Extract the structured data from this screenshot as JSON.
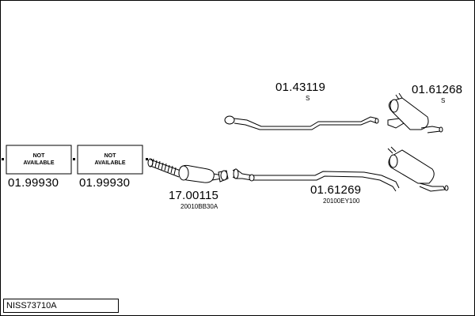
{
  "reference": "NISS73710A",
  "parts": [
    {
      "id": "box1",
      "number": "01.99930",
      "box_text": "NOT\nAVAILABLE"
    },
    {
      "id": "box2",
      "number": "01.99930",
      "box_text": "NOT\nAVAILABLE"
    },
    {
      "id": "front",
      "number": "17.00115",
      "oem": "20010BB30A"
    },
    {
      "id": "mid_upper",
      "number": "01.43119",
      "mark": "S"
    },
    {
      "id": "rear_upper",
      "number": "01.61268",
      "mark": "S"
    },
    {
      "id": "mid_lower",
      "number": "01.61269",
      "oem": "20100EY100"
    }
  ],
  "colors": {
    "line": "#000000",
    "background": "#ffffff",
    "fill": "#ffffff"
  }
}
